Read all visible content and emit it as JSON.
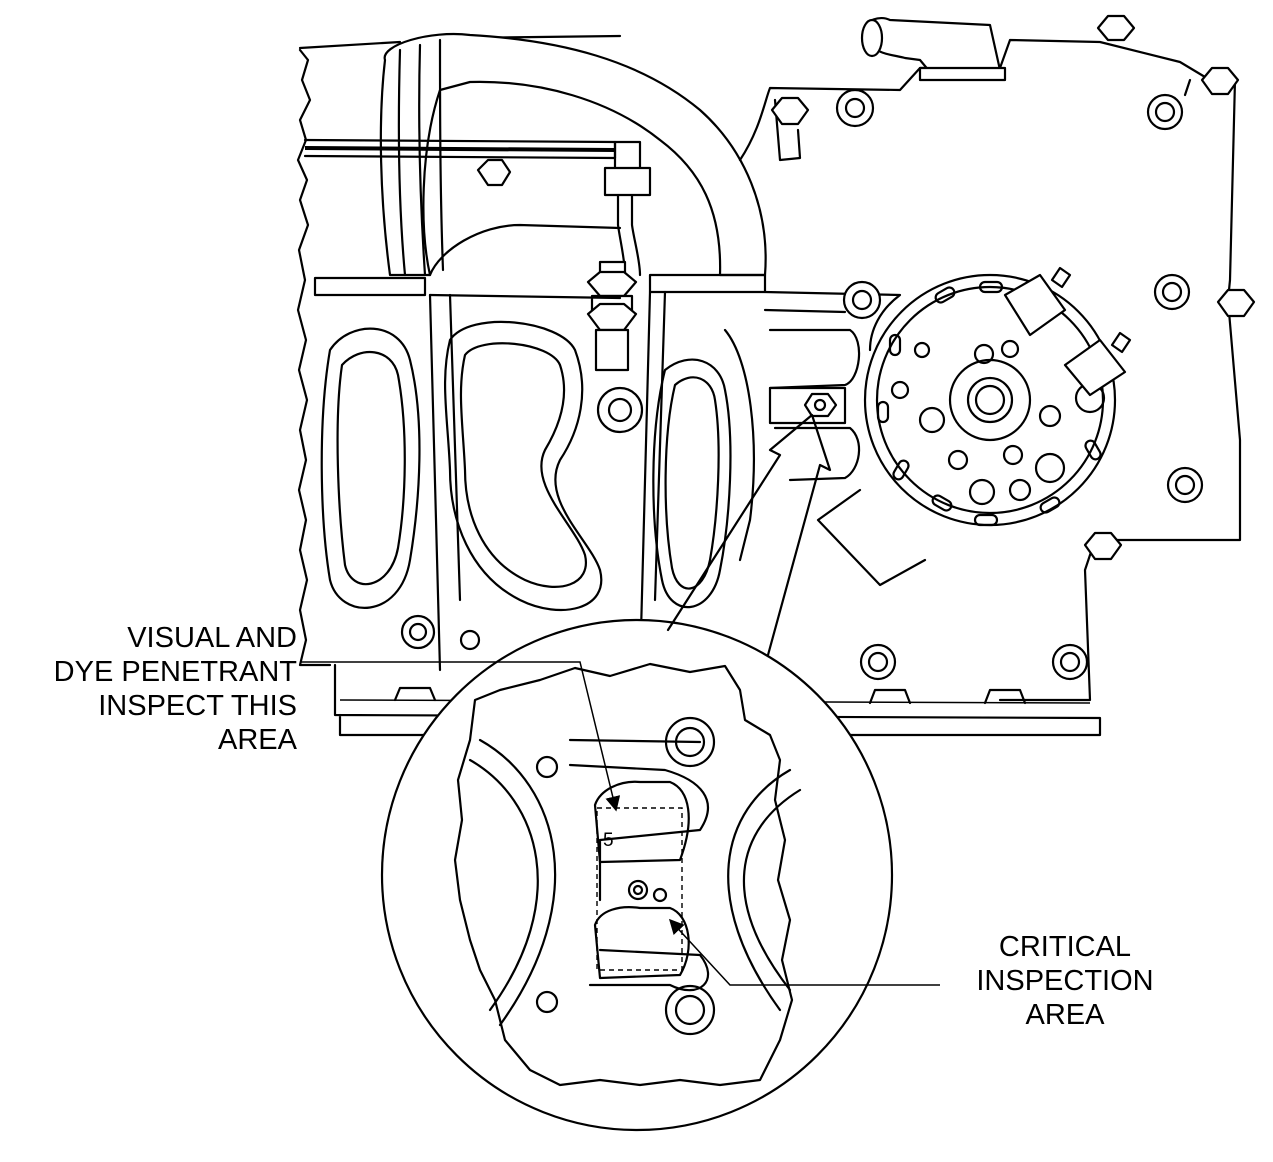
{
  "callouts": {
    "visual": [
      "VISUAL AND",
      "DYE PENETRANT",
      "INSPECT THIS",
      "AREA"
    ],
    "critical": [
      "CRITICAL",
      "INSPECTION",
      "AREA"
    ]
  },
  "detail": {
    "number": "5"
  },
  "icons": [
    "engine-line-drawing",
    "magnified-detail-circle",
    "leader-arrow"
  ],
  "colors": {
    "ink": "#000000",
    "paper": "#ffffff"
  }
}
